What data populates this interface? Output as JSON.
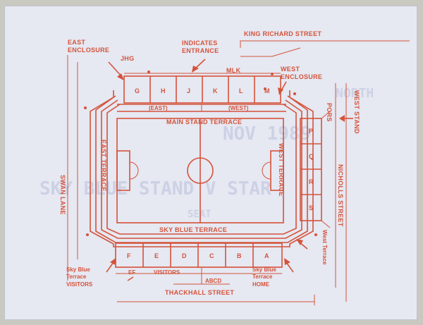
{
  "labels": {
    "east_enclosure_1": "EAST",
    "east_enclosure_2": "ENCLOSURE",
    "indicates_1": "INDICATES",
    "indicates_2": "ENTRANCE",
    "king_richard_street": "KING RICHARD STREET",
    "jhg": "JHG",
    "mlk": "MLK",
    "west_enclosure_1": "WEST",
    "west_enclosure_2": "ENCLOSURE",
    "east_paren": "(EAST)",
    "west_paren": "(WEST)",
    "main_stand_terrace": "MAIN STAND TERRACE",
    "pors": "PORS",
    "west_stand": "WEST STAND",
    "east_terrace": "EAST TERRACE",
    "west_terrace": "WEST TERRACE",
    "swan_lane": "SWAN LANE",
    "nicholls_street": "NICHOLLS STREET",
    "sky_blue_terrace": "SKY BLUE TERRACE",
    "west_terrace_small": "West Terrace",
    "sky_blue_left_1": "Sky Blue",
    "sky_blue_left_2": "Terrace",
    "visitors_left": "VISITORS",
    "ef": "EF",
    "visitors_bottom": "VISITORS",
    "abcd": "ABCD",
    "sky_blue_right_1": "Sky Blue",
    "sky_blue_right_2": "Terrace",
    "home": "HOME",
    "thackhall_street": "THACKHALL STREET"
  },
  "top_blocks": [
    "G",
    "H",
    "J",
    "K",
    "L",
    "M"
  ],
  "bottom_blocks": [
    "F",
    "E",
    "D",
    "C",
    "B",
    "A"
  ],
  "side_blocks": [
    "P",
    "Q",
    "R",
    "S"
  ],
  "colors": {
    "ink": "#d4533a",
    "paper": "#e6e8f2",
    "faint_print": "#b9c0dc"
  }
}
